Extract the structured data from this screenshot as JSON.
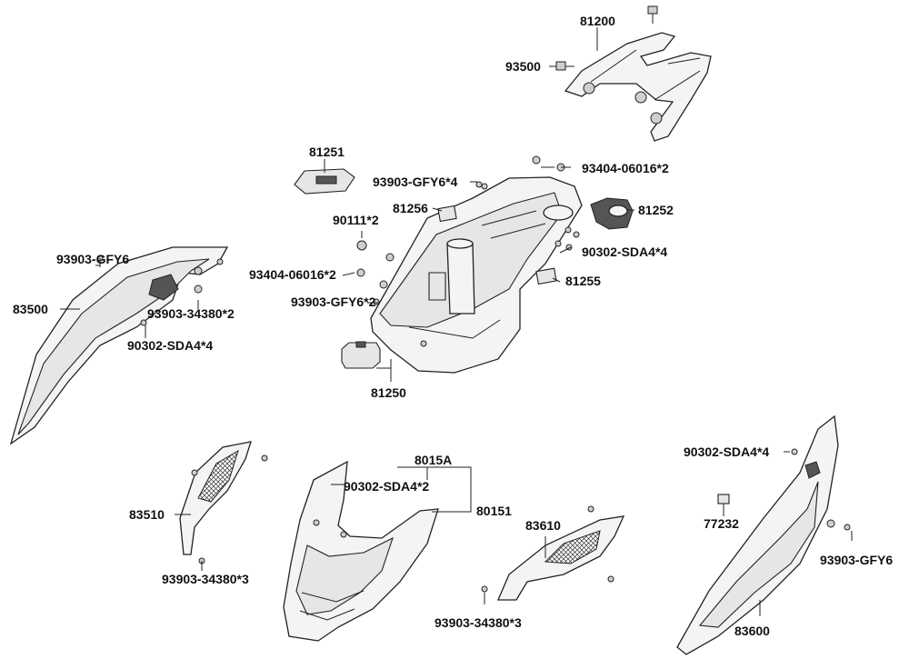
{
  "labels": {
    "p81200": "81200",
    "p93500": "93500",
    "p81251": "81251",
    "p93903_gfy6_4": "93903-GFY6*4",
    "p93404_06016_2_top": "93404-06016*2",
    "p81256": "81256",
    "p81252": "81252",
    "p90111_2": "90111*2",
    "p90302_sda4_4_mid": "90302-SDA4*4",
    "p93903_gfy6_left": "93903-GFY6",
    "p93404_06016_2_mid": "93404-06016*2",
    "p81255": "81255",
    "p83500": "83500",
    "p93903_34380_2": "93903-34380*2",
    "p93903_gfy6_2": "93903-GFY6*2",
    "p90302_sda4_4_left": "90302-SDA4*4",
    "p81250": "81250",
    "p8015a": "8015A",
    "p90302_sda4_4_right": "90302-SDA4*4",
    "p90302_sda4_2": "90302-SDA4*2",
    "p80151": "80151",
    "p83510": "83510",
    "p83610": "83610",
    "p77232": "77232",
    "p93903_34380_3_left": "93903-34380*3",
    "p93903_gfy6_right": "93903-GFY6",
    "p93903_34380_3_mid": "93903-34380*3",
    "p83600": "83600"
  }
}
